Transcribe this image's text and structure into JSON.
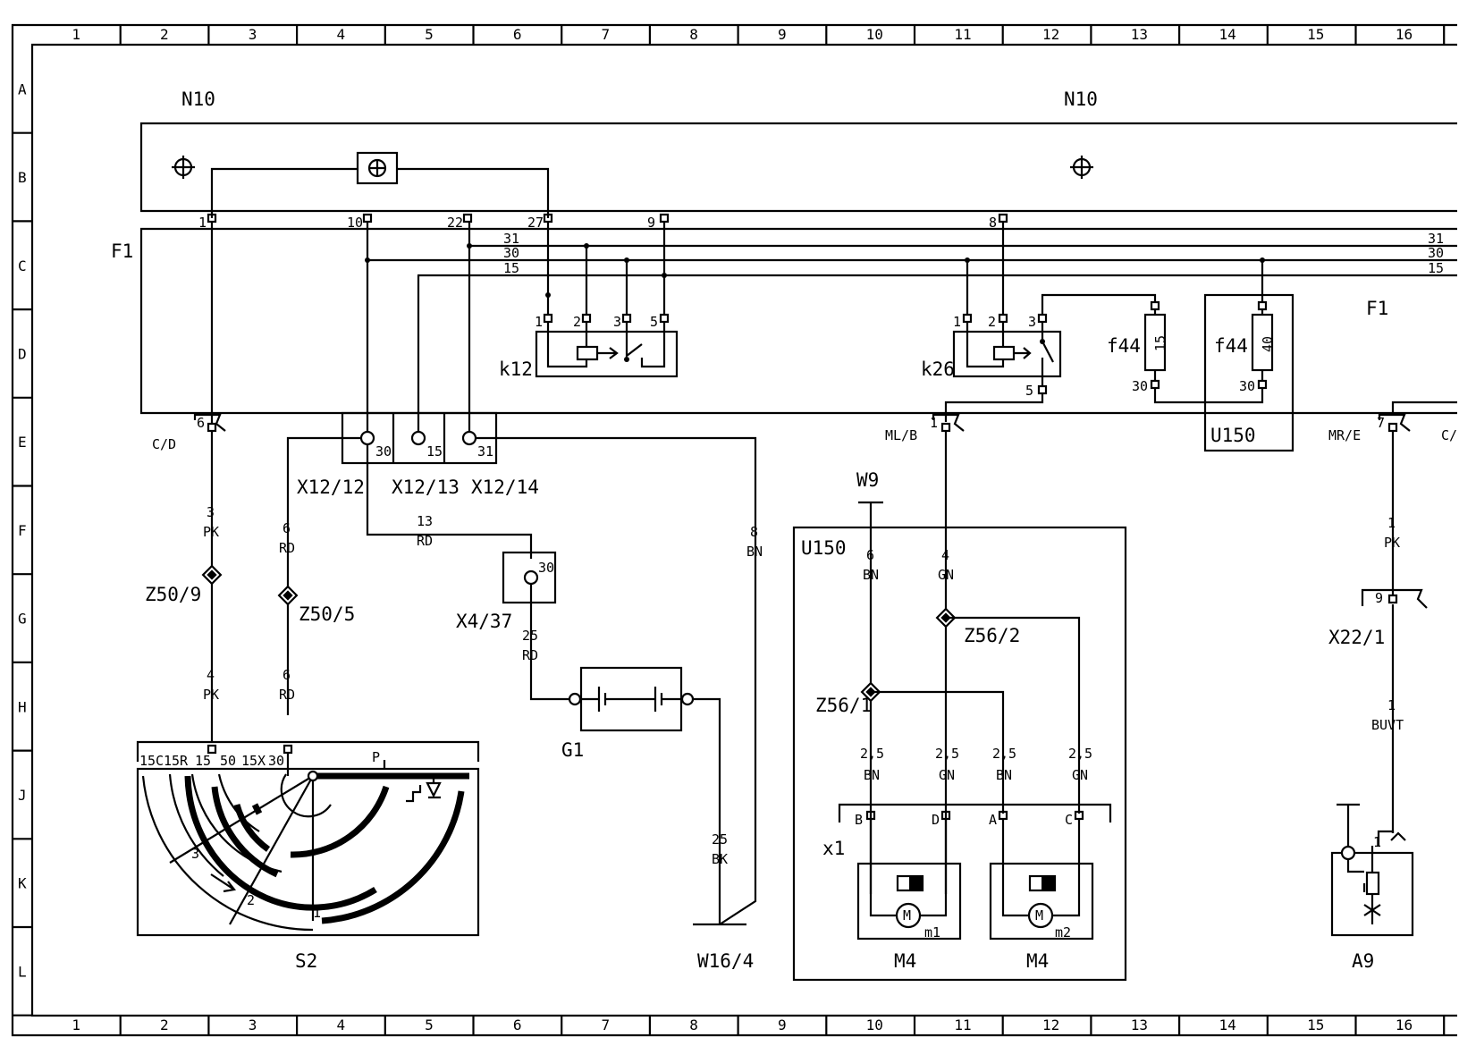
{
  "frame": {
    "columns": [
      "1",
      "2",
      "3",
      "4",
      "5",
      "6",
      "7",
      "8",
      "9",
      "10",
      "11",
      "12",
      "13",
      "14",
      "15",
      "16"
    ],
    "rows": [
      "A",
      "B",
      "C",
      "D",
      "E",
      "F",
      "G",
      "H",
      "J",
      "K",
      "L"
    ]
  },
  "components": {
    "n10_left": "N10",
    "n10_right": "N10",
    "f1_left": "F1",
    "f1_right": "F1",
    "k12": "k12",
    "k26": "k26",
    "f44_a": "f44",
    "f44_b": "f44",
    "u150_fuse": "U150",
    "u150_box": "U150",
    "x12_12": "X12/12",
    "x12_13": "X12/13",
    "x12_14": "X12/14",
    "x4_37": "X4/37",
    "g1": "G1",
    "w16_4": "W16/4",
    "w9": "W9",
    "z50_9": "Z50/9",
    "z50_5": "Z50/5",
    "z56_1": "Z56/1",
    "z56_2": "Z56/2",
    "x22_1": "X22/1",
    "x1": "x1",
    "s2": "S2",
    "m4_a": "M4",
    "m4_b": "M4",
    "m1": "m1",
    "m2": "m2",
    "a9": "A9",
    "motor_a": "M",
    "motor_b": "M"
  },
  "bus_labels": {
    "left": [
      "31",
      "30",
      "15"
    ],
    "right": [
      "31",
      "30",
      "15"
    ]
  },
  "pin_labels": {
    "n10_1": "1",
    "n10_10": "10",
    "n10_22": "22",
    "n10_27": "27",
    "n10_9": "9",
    "n10_8": "8",
    "k12_1": "1",
    "k12_2": "2",
    "k12_3": "3",
    "k12_5": "5",
    "k26_1": "1",
    "k26_2": "2",
    "k26_3": "3",
    "k26_5": "5",
    "f44a_15": "15",
    "f44a_30": "30",
    "f44b_40": "40",
    "f44b_30": "30",
    "cd_6": "6",
    "mlb_1": "1",
    "mre_7": "7",
    "x12_30": "30",
    "x12_15": "15",
    "x12_31": "31",
    "x4_30": "30",
    "x22_9": "9",
    "a9_1": "1",
    "x1_b": "B",
    "x1_d": "D",
    "x1_a": "A",
    "x1_c": "C",
    "s2_15c": "15C",
    "s2_15r": "15R",
    "s2_15": "15",
    "s2_50": "50",
    "s2_15x": "15X",
    "s2_30": "30",
    "s2_p": "P",
    "s2_pos1": "1",
    "s2_pos2": "2",
    "s2_pos3": "3"
  },
  "connector_labels": {
    "cd": "C/D",
    "mlb": "ML/B",
    "mre": "MR/E",
    "cd_right": "C/"
  },
  "wire_labels": {
    "w_3pk": [
      "3",
      "PK"
    ],
    "w_4pk": [
      "4",
      "PK"
    ],
    "w_6rd_a": [
      "6",
      "RD"
    ],
    "w_6rd_b": [
      "6",
      "RD"
    ],
    "w_13rd": [
      "13",
      "RD"
    ],
    "w_25rd": [
      "25",
      "RD"
    ],
    "w_8bn": [
      "8",
      "BN"
    ],
    "w_25bk": [
      "25",
      "BK"
    ],
    "w_6bn": [
      "6",
      "BN"
    ],
    "w_4gn": [
      "4",
      "GN"
    ],
    "w_25bn_a": [
      "2,5",
      "BN"
    ],
    "w_25gn_a": [
      "2,5",
      "GN"
    ],
    "w_25bn_b": [
      "2,5",
      "BN"
    ],
    "w_25gn_b": [
      "2,5",
      "GN"
    ],
    "w_1pk": [
      "1",
      "PK"
    ],
    "w_1buvt": [
      "1",
      "BUVT"
    ]
  }
}
